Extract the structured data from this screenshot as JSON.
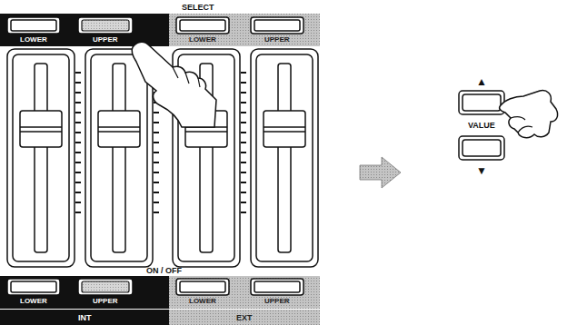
{
  "diagram": {
    "labels": [
      "SELECT",
      "LOWER",
      "UPPER",
      "LOWER",
      "UPPER",
      "▲",
      "VALUE",
      "▼",
      "ON / OFF",
      "LOWER",
      "UPPER",
      "LOWER",
      "UPPER",
      "INT",
      "EXT"
    ]
  }
}
